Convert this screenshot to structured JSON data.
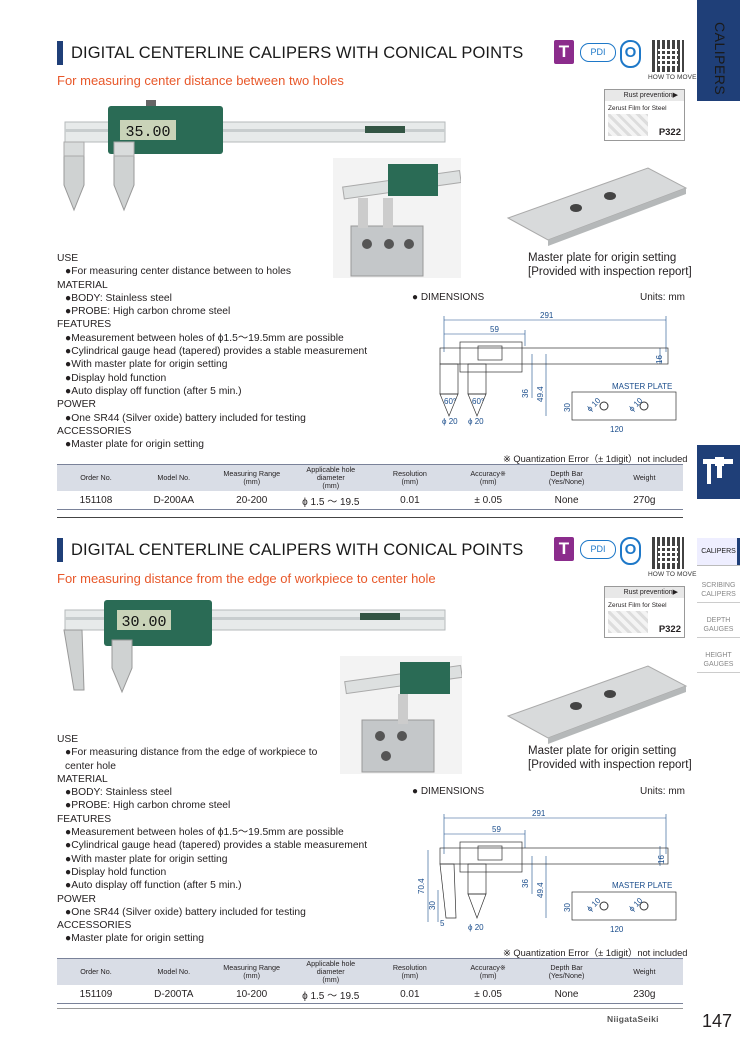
{
  "side": {
    "tab_label": "CALIPERS",
    "nav": [
      "CALIPERS",
      "SCRIBING CALIPERS",
      "DEPTH GAUGES",
      "HEIGHT GAUGES"
    ],
    "page_number": "147",
    "brand": "NiigataSeiki"
  },
  "badges": {
    "t": "T",
    "pdi": "PDI",
    "o": "O",
    "howto": "HOW TO MOVE"
  },
  "rust": {
    "header": "Rust prevention▶",
    "name": "Zerust Film for Steel",
    "part": "P322"
  },
  "sections": [
    {
      "title": "DIGITAL CENTERLINE CALIPERS WITH CONICAL POINTS",
      "subtitle": "For measuring center distance between two holes",
      "display": "35.00",
      "lines": [
        {
          "type": "h",
          "text": "USE"
        },
        {
          "type": "i",
          "text": "●For measuring center distance between to holes"
        },
        {
          "type": "h",
          "text": "MATERIAL"
        },
        {
          "type": "i",
          "text": "●BODY: Stainless steel"
        },
        {
          "type": "i",
          "text": "●PROBE: High carbon chrome steel"
        },
        {
          "type": "h",
          "text": "FEATURES"
        },
        {
          "type": "i",
          "text": "●Measurement between holes of ϕ1.5～19.5mm are possible"
        },
        {
          "type": "i",
          "text": "●Cylindrical gauge head (tapered) provides a stable measurement"
        },
        {
          "type": "i",
          "text": "●With master plate for origin setting"
        },
        {
          "type": "i",
          "text": "●Display hold function"
        },
        {
          "type": "i",
          "text": "●Auto display off function (after 5 min.)"
        },
        {
          "type": "h",
          "text": "POWER"
        },
        {
          "type": "i",
          "text": "●One SR44 (Silver oxide) battery included for testing"
        },
        {
          "type": "h",
          "text": "ACCESSORIES"
        },
        {
          "type": "i",
          "text": "●Master plate for origin setting"
        }
      ],
      "master_caption": [
        "Master plate for origin setting",
        "[Provided with inspection report]"
      ],
      "dimensions_label": "● DIMENSIONS",
      "units": "Units: mm",
      "dims": {
        "d291": "291",
        "d59": "59",
        "d16": "16",
        "d36": "36",
        "d494": "49.4",
        "d60a": "60°",
        "d60b": "60°",
        "phi20a": "ϕ 20",
        "phi20b": "ϕ 20",
        "master": "MASTER PLATE",
        "d30": "30",
        "d120": "120",
        "phi10a": "ϕ 10",
        "phi10b": "ϕ 10"
      },
      "quant": "※ Quantization Error（± 1digit）not included",
      "table": {
        "headers": [
          "Order No.",
          "Model No.",
          "Measuring Range\n(mm)",
          "Applicable hole diameter\n(mm)",
          "Resolution\n(mm)",
          "Accuracy※\n(mm)",
          "Depth Bar\n(Yes/None)",
          "Weight"
        ],
        "row": [
          "151108",
          "D-200AA",
          "20-200",
          "ϕ 1.5 ～ 19.5",
          "0.01",
          "± 0.05",
          "None",
          "270g"
        ]
      }
    },
    {
      "title": "DIGITAL CENTERLINE CALIPERS WITH CONICAL POINTS",
      "subtitle": "For measuring distance from the edge of workpiece to center hole",
      "display": "30.00",
      "lines": [
        {
          "type": "h",
          "text": "USE"
        },
        {
          "type": "i",
          "text": "●For measuring distance from the edge of workpiece to"
        },
        {
          "type": "i",
          "text": "  center hole"
        },
        {
          "type": "h",
          "text": "MATERIAL"
        },
        {
          "type": "i",
          "text": "●BODY: Stainless steel"
        },
        {
          "type": "i",
          "text": "●PROBE: High carbon chrome steel"
        },
        {
          "type": "h",
          "text": "FEATURES"
        },
        {
          "type": "i",
          "text": "●Measurement between holes of ϕ1.5～19.5mm are possible"
        },
        {
          "type": "i",
          "text": "●Cylindrical gauge head (tapered) provides a stable measurement"
        },
        {
          "type": "i",
          "text": "●With master plate for origin setting"
        },
        {
          "type": "i",
          "text": "●Display hold function"
        },
        {
          "type": "i",
          "text": "●Auto display off function (after 5 min.)"
        },
        {
          "type": "h",
          "text": "POWER"
        },
        {
          "type": "i",
          "text": "●One SR44 (Silver oxide) battery included for testing"
        },
        {
          "type": "h",
          "text": "ACCESSORIES"
        },
        {
          "type": "i",
          "text": "●Master plate for origin setting"
        }
      ],
      "master_caption": [
        "Master plate for origin setting",
        "[Provided with inspection report]"
      ],
      "dimensions_label": "● DIMENSIONS",
      "units": "Units: mm",
      "dims": {
        "d291": "291",
        "d59": "59",
        "d16": "16",
        "d36": "36",
        "d494": "49.4",
        "d704": "70.4",
        "d30l": "30",
        "d5": "5",
        "phi20": "ϕ 20",
        "master": "MASTER PLATE",
        "d30": "30",
        "d120": "120",
        "phi10a": "ϕ 10",
        "phi10b": "ϕ 10"
      },
      "quant": "※ Quantization Error（± 1digit）not included",
      "table": {
        "headers": [
          "Order No.",
          "Model No.",
          "Measuring Range\n(mm)",
          "Applicable hole diameter\n(mm)",
          "Resolution\n(mm)",
          "Accuracy※\n(mm)",
          "Depth Bar\n(Yes/None)",
          "Weight"
        ],
        "row": [
          "151109",
          "D-200TA",
          "10-200",
          "ϕ 1.5 ～ 19.5",
          "0.01",
          "± 0.05",
          "None",
          "230g"
        ]
      }
    }
  ]
}
